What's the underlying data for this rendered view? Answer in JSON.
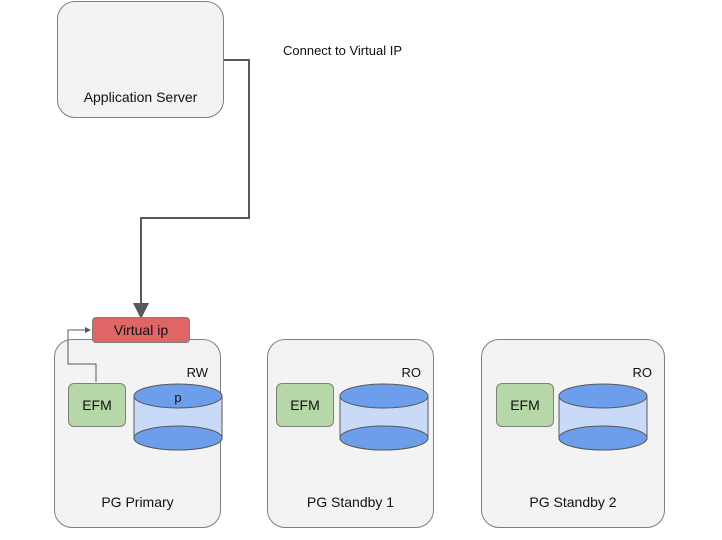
{
  "diagram": {
    "connect_note": "Connect to Virtual IP",
    "app_server": {
      "label": "Application Server"
    },
    "virtual_ip": {
      "label": "Virtual ip",
      "color": "#e06666"
    },
    "nodes": [
      {
        "label": "PG Primary",
        "mode": "RW",
        "efm": "EFM",
        "db_label": "p"
      },
      {
        "label": "PG Standby 1",
        "mode": "RO",
        "efm": "EFM",
        "db_label": ""
      },
      {
        "label": "PG Standby 2",
        "mode": "RO",
        "efm": "EFM",
        "db_label": ""
      }
    ],
    "colors": {
      "box_fill": "#f3f3f3",
      "box_border": "#7f7f7f",
      "efm_fill": "#b6d7a8",
      "db_fill": "#6d9eeb",
      "db_body": "#c9daf8",
      "connector": "#595959"
    }
  }
}
